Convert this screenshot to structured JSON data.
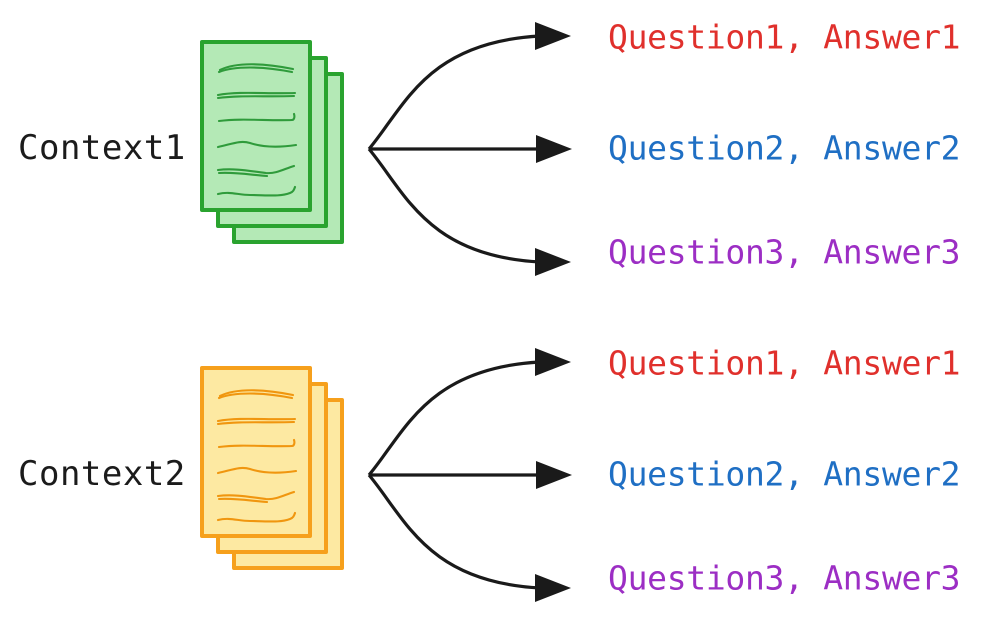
{
  "diagram": {
    "title": "Context to Question-Answer fan-out diagram",
    "background_color": "#ffffff",
    "arrow_color": "#1a1a1a"
  },
  "colors": {
    "red": "#e0302c",
    "blue": "#1f6fc4",
    "purple": "#9c2ec4",
    "green_fill": "#b4e9b6",
    "green_stroke": "#2aa32f",
    "orange_fill": "#fde9a2",
    "orange_stroke": "#f6a01c",
    "label_text": "#1b1b1b"
  },
  "groups": [
    {
      "id": "group-1",
      "label": "Context1",
      "stack_color": "green",
      "stack_icon": "document-stack-icon",
      "arrow_icon": "fan-out-arrows-icon",
      "outputs": [
        {
          "text": "Question1, Answer1",
          "color": "#e0302c",
          "color_name": "red"
        },
        {
          "text": "Question2, Answer2",
          "color": "#1f6fc4",
          "color_name": "blue"
        },
        {
          "text": "Question3, Answer3",
          "color": "#9c2ec4",
          "color_name": "purple"
        }
      ]
    },
    {
      "id": "group-2",
      "label": "Context2",
      "stack_color": "orange",
      "stack_icon": "document-stack-icon",
      "arrow_icon": "fan-out-arrows-icon",
      "outputs": [
        {
          "text": "Question1, Answer1",
          "color": "#e0302c",
          "color_name": "red"
        },
        {
          "text": "Question2, Answer2",
          "color": "#1f6fc4",
          "color_name": "blue"
        },
        {
          "text": "Question3, Answer3",
          "color": "#9c2ec4",
          "color_name": "purple"
        }
      ]
    }
  ]
}
